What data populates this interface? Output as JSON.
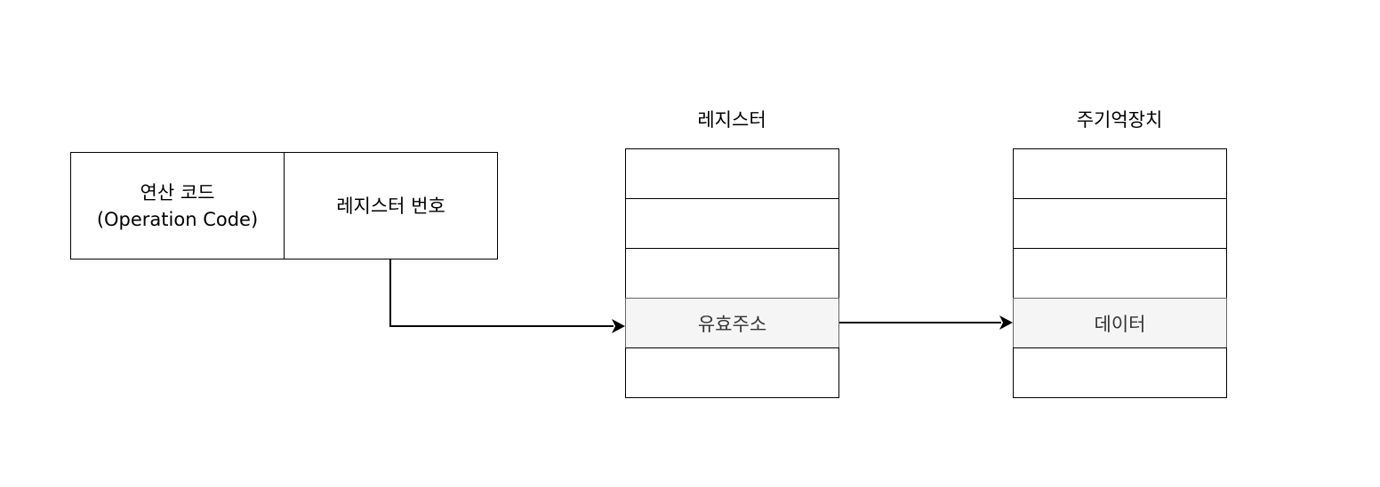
{
  "instruction": {
    "opcode_line1": "연산 코드",
    "opcode_line2": "(Operation Code)",
    "register_number": "레지스터 번호"
  },
  "register": {
    "title": "레지스터",
    "cells": [
      "",
      "",
      "",
      "유효주소",
      ""
    ],
    "highlight_index": 3
  },
  "memory": {
    "title": "주기억장치",
    "cells": [
      "",
      "",
      "",
      "데이터",
      ""
    ],
    "highlight_index": 3
  },
  "colors": {
    "highlight_fill": "#f5f5f5",
    "line": "#000000"
  }
}
